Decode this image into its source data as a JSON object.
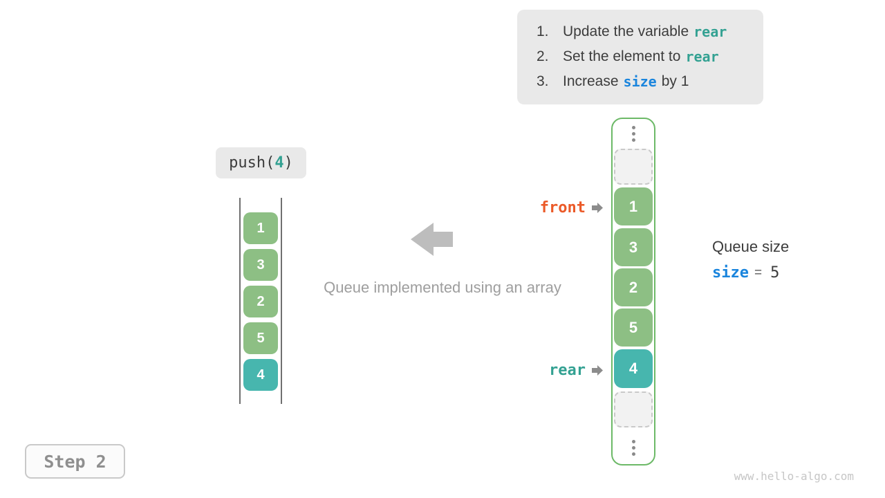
{
  "colors": {
    "teal": "#33A192",
    "blue": "#1A85DD",
    "orange": "#EB5A28",
    "green-cell": "#8DBF84",
    "teal-cell": "#47B6AE",
    "array-border": "#6CB967",
    "gray-box": "#E9E9E9",
    "text-dark": "#3C3C3C",
    "arrow-gray": "#BDBDBD",
    "caption-gray": "#9E9E9E",
    "dot-gray": "#8A8A8A",
    "pointer-arrow-gray": "#8C8C8C",
    "step-text": "#8F8F8F",
    "step-border": "#C9C9C9",
    "watermark-gray": "#C6C6C6",
    "dashed-bg": "#F2F2F2",
    "dashed-border": "#C9C9C9",
    "stack-line": "#707070"
  },
  "instructions": {
    "items": [
      {
        "num": "1.",
        "text": "Update the variable",
        "code": "rear",
        "after": ""
      },
      {
        "num": "2.",
        "text": "Set the element to",
        "code": "rear",
        "after": ""
      },
      {
        "num": "3.",
        "text": "Increase",
        "code": "size",
        "after": "by 1"
      }
    ]
  },
  "operation": {
    "prefix": "push(",
    "value": "4",
    "suffix": ")"
  },
  "stack": {
    "values": [
      "1",
      "3",
      "2",
      "5",
      "4"
    ]
  },
  "caption": "Queue implemented using an array",
  "array": {
    "values": [
      "1",
      "3",
      "2",
      "5",
      "4"
    ]
  },
  "pointers": {
    "front": "front",
    "rear": "rear"
  },
  "queue_size": {
    "title": "Queue size",
    "variable": "size",
    "equals": "=",
    "value": "5"
  },
  "step": {
    "label": "Step 2"
  },
  "watermark": "www.hello-algo.com"
}
